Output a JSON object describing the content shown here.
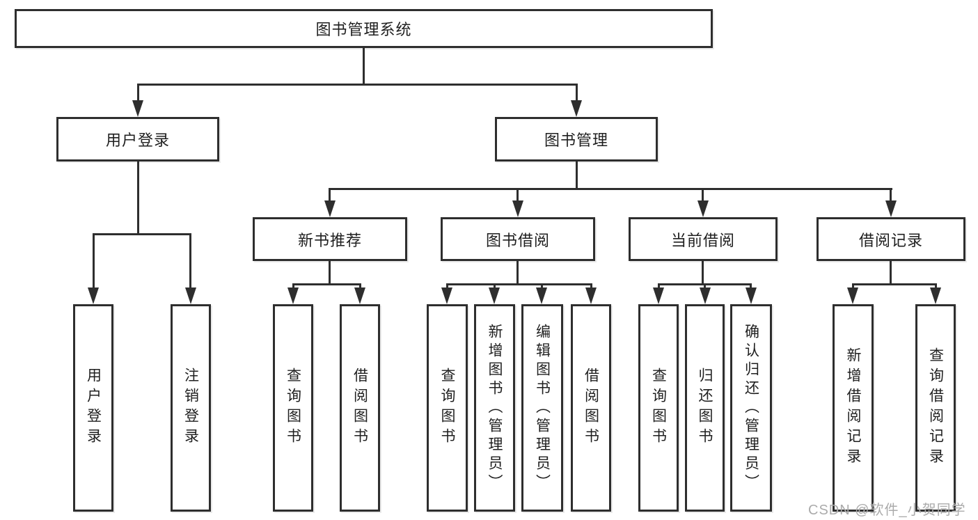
{
  "nodes": {
    "root": {
      "label": "图书管理系统"
    },
    "level2": [
      {
        "label": "用户登录"
      },
      {
        "label": "图书管理"
      }
    ],
    "level3": [
      {
        "label": "新书推荐",
        "parent": "图书管理"
      },
      {
        "label": "图书借阅",
        "parent": "图书管理"
      },
      {
        "label": "当前借阅",
        "parent": "图书管理"
      },
      {
        "label": "借阅记录",
        "parent": "图书管理"
      }
    ],
    "leaves": [
      {
        "label": "用户登录",
        "parent": "用户登录"
      },
      {
        "label": "注销登录",
        "parent": "用户登录"
      },
      {
        "label": "查询图书",
        "parent": "新书推荐"
      },
      {
        "label": "借阅图书",
        "parent": "新书推荐"
      },
      {
        "label": "查询图书",
        "parent": "图书借阅"
      },
      {
        "label": "新增图书（管理员）",
        "parent": "图书借阅"
      },
      {
        "label": "编辑图书（管理员）",
        "parent": "图书借阅"
      },
      {
        "label": "借阅图书",
        "parent": "图书借阅"
      },
      {
        "label": "查询图书",
        "parent": "当前借阅"
      },
      {
        "label": "归还图书",
        "parent": "当前借阅"
      },
      {
        "label": "确认归还（管理员）",
        "parent": "当前借阅"
      },
      {
        "label": "新增借阅记录",
        "parent": "借阅记录"
      },
      {
        "label": "查询借阅记录",
        "parent": "借阅记录"
      }
    ]
  },
  "watermark": "CSDN @软件_小贺同学",
  "colors": {
    "line": "#2e2e2e",
    "text": "#1f1f1f",
    "watermark": "#ababab",
    "background": "#ffffff"
  }
}
